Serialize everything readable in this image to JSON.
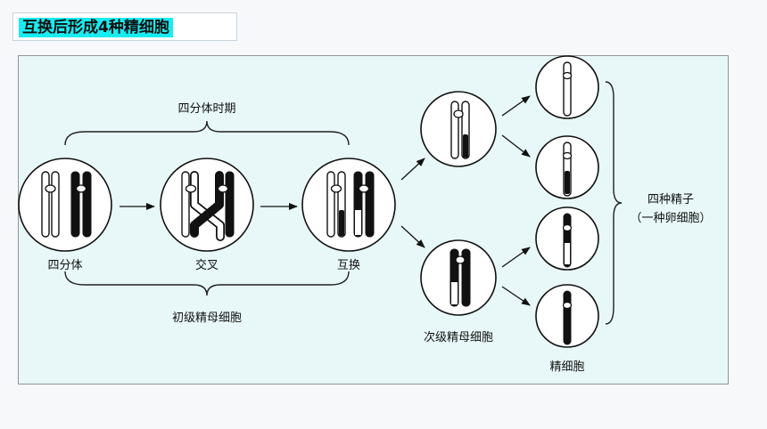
{
  "title": "互换后形成4种精细胞",
  "labels": {
    "tetrad_period": "四分体时期",
    "tetrad": "四分体",
    "crossover": "交叉",
    "exchange": "互换",
    "primary": "初级精母细胞",
    "secondary": "次级精母细胞",
    "spermatid": "精细胞",
    "four_types": "四种精子",
    "four_types_note": "（一种卵细胞）"
  },
  "colors": {
    "title_highlight": "#19ecf0",
    "panel_background": "#e8f7f7",
    "chromosome_dark": "#111111"
  }
}
